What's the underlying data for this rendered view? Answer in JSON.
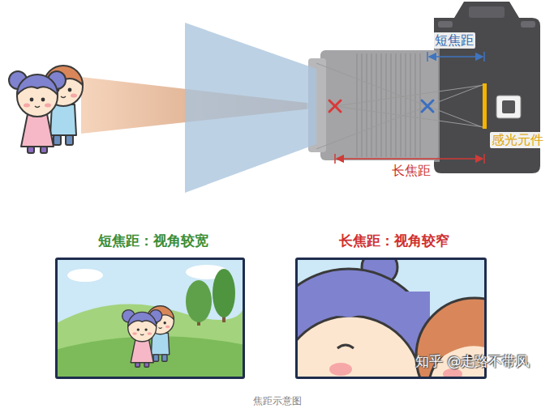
{
  "diagram": {
    "caption": "焦距示意图",
    "nodes": [
      {
        "text": [
          "短焦距：视角较宽"
        ]
      },
      {
        "text": [
          "长焦距：视角较窄"
        ]
      }
    ],
    "labels": [
      "短焦距",
      "长焦距",
      "感光元件",
      "知乎 @走路不带风"
    ]
  }
}
